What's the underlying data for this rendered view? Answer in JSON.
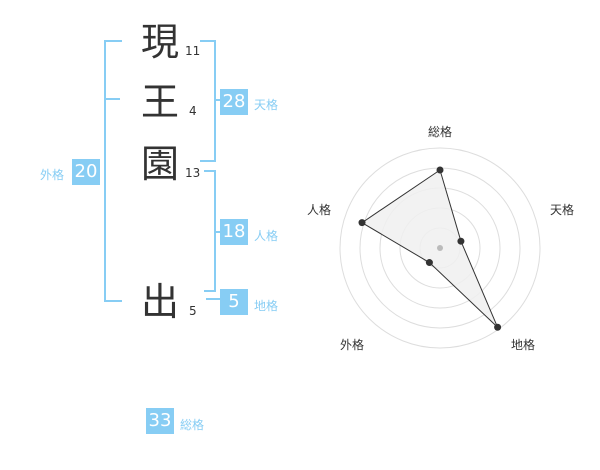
{
  "name": {
    "chars": [
      {
        "char": "現",
        "strokes": "11"
      },
      {
        "char": "王",
        "strokes": "4"
      },
      {
        "char": "園",
        "strokes": "13"
      },
      {
        "char": "出",
        "strokes": "5"
      }
    ]
  },
  "fortune": {
    "tenkaku": {
      "label": "天格",
      "value": "28"
    },
    "jinkaku": {
      "label": "人格",
      "value": "18"
    },
    "chikaku": {
      "label": "地格",
      "value": "5"
    },
    "gaikaku": {
      "label": "外格",
      "value": "20"
    },
    "soukaku": {
      "label": "総格",
      "value": "33"
    }
  },
  "chart_data": {
    "type": "radar",
    "axes": [
      "総格",
      "天格",
      "地格",
      "外格",
      "人格"
    ],
    "values": [
      0.78,
      0.22,
      0.98,
      0.18,
      0.82
    ],
    "rings": 5,
    "colors": {
      "fill": "#f0f0f0",
      "line": "#333333",
      "grid": "#dddddd",
      "point": "#333333",
      "center": "#bbbbbb"
    }
  },
  "colors": {
    "accent": "#87cdf4",
    "text": "#333333"
  }
}
